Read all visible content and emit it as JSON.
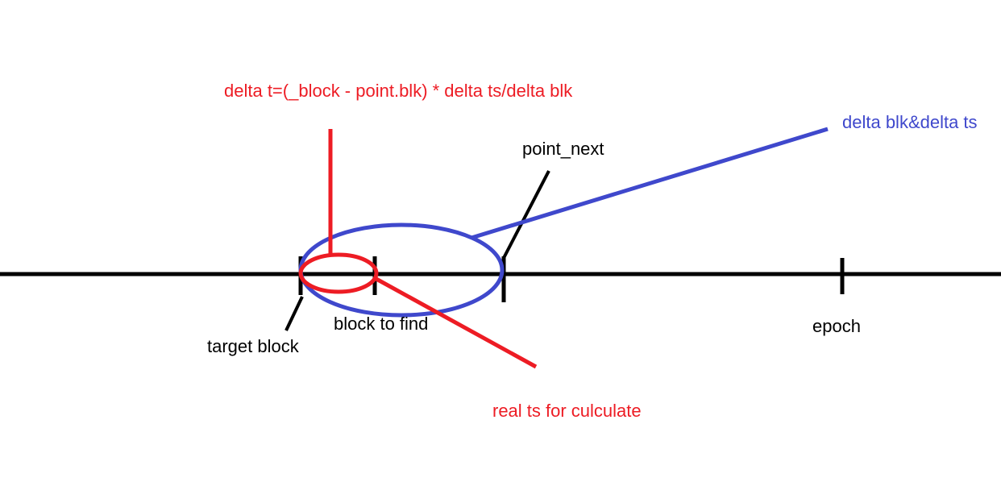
{
  "labels": {
    "formula": "delta t=(_block - point.blk) * delta ts/delta blk",
    "delta_blk_ts": "delta blk&delta ts",
    "point_next": "point_next",
    "block_to_find": "block to find",
    "target_block": "target block",
    "epoch": "epoch",
    "real_ts": "real ts for culculate"
  },
  "colors": {
    "red": "#ed1c24",
    "blue": "#3f48cc",
    "black": "#000000"
  }
}
